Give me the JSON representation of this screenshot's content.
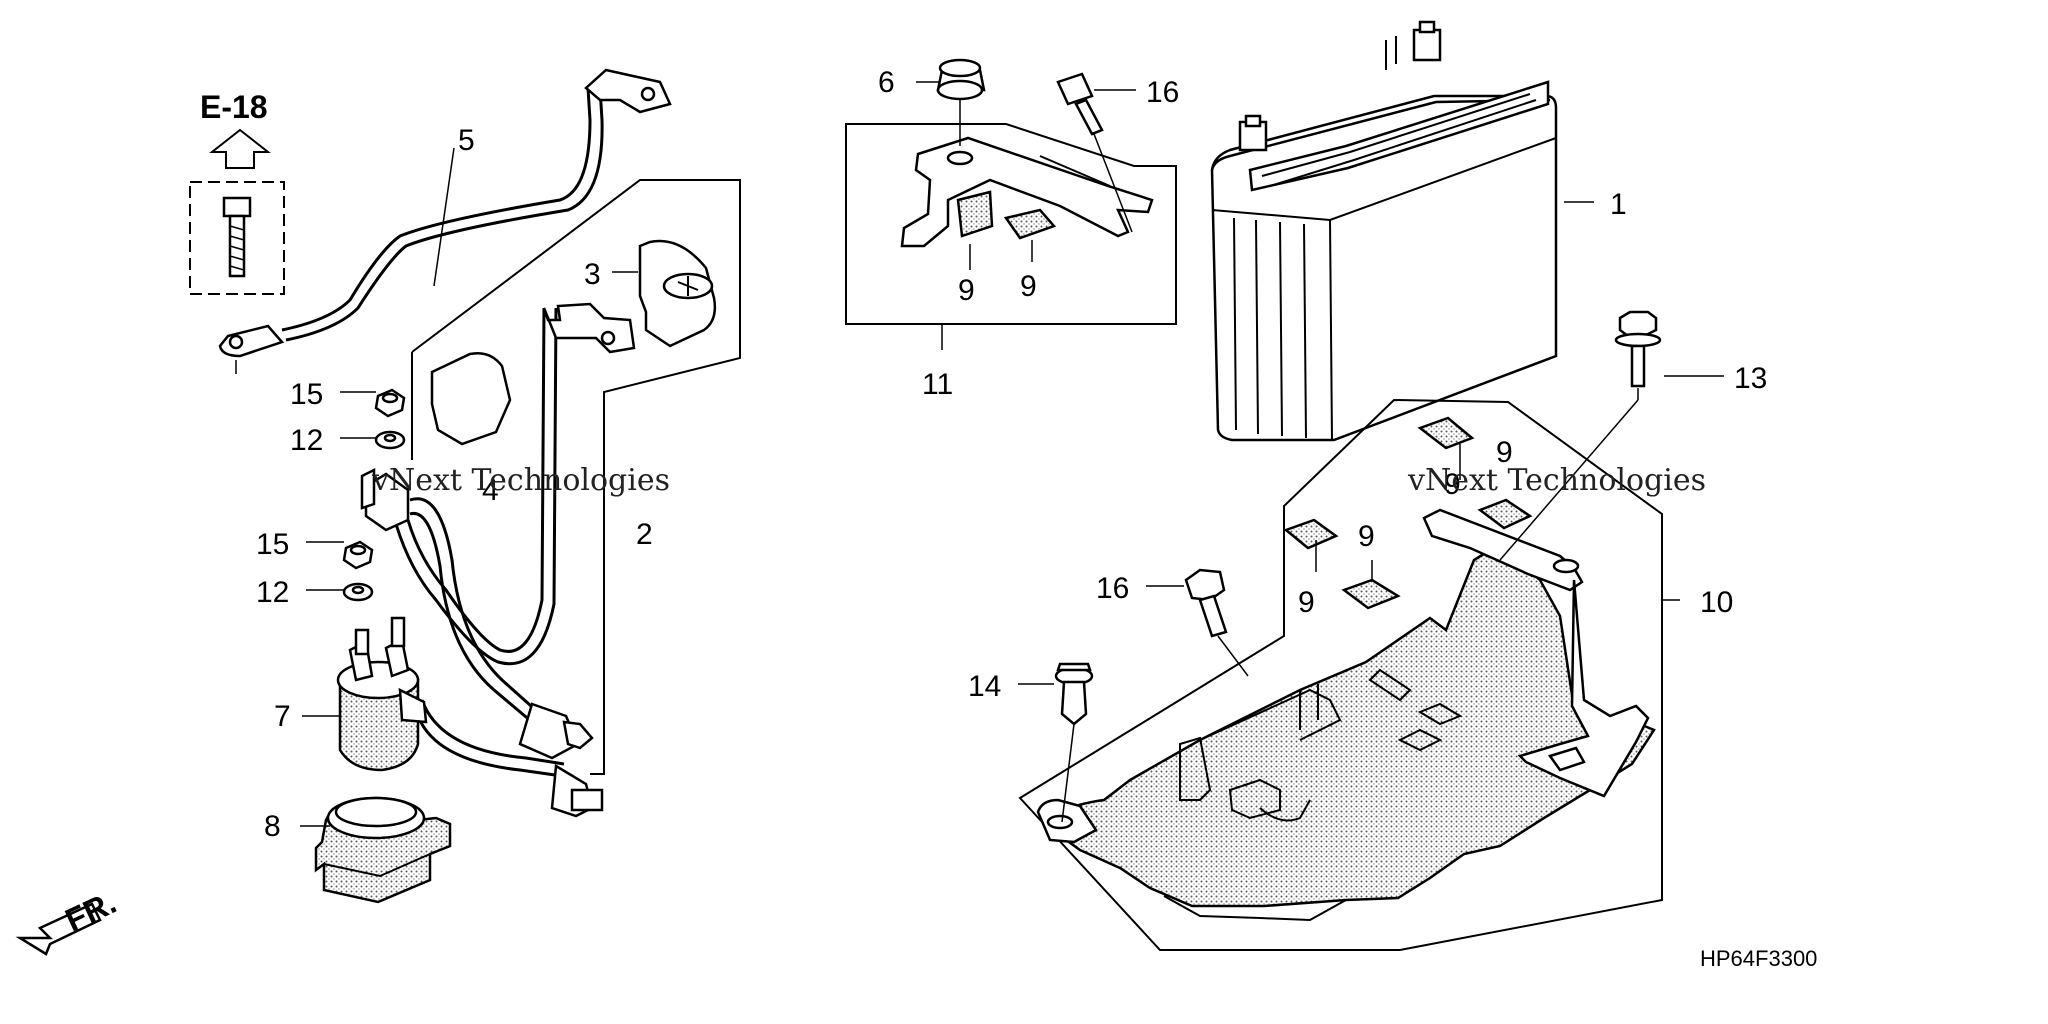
{
  "diagram": {
    "labels": [
      {
        "id": "1",
        "text": "1"
      },
      {
        "id": "2",
        "text": "2"
      },
      {
        "id": "3",
        "text": "3"
      },
      {
        "id": "4",
        "text": "4"
      },
      {
        "id": "5",
        "text": "5"
      },
      {
        "id": "6",
        "text": "6"
      },
      {
        "id": "7",
        "text": "7"
      },
      {
        "id": "8",
        "text": "8"
      },
      {
        "id": "9a",
        "text": "9"
      },
      {
        "id": "9b",
        "text": "9"
      },
      {
        "id": "9c",
        "text": "9"
      },
      {
        "id": "9d",
        "text": "9"
      },
      {
        "id": "9e",
        "text": "9"
      },
      {
        "id": "9f",
        "text": "9"
      },
      {
        "id": "10",
        "text": "10"
      },
      {
        "id": "11",
        "text": "11"
      },
      {
        "id": "12a",
        "text": "12"
      },
      {
        "id": "12b",
        "text": "12"
      },
      {
        "id": "13",
        "text": "13"
      },
      {
        "id": "14",
        "text": "14"
      },
      {
        "id": "15a",
        "text": "15"
      },
      {
        "id": "15b",
        "text": "15"
      },
      {
        "id": "16a",
        "text": "16"
      },
      {
        "id": "16b",
        "text": "16"
      }
    ],
    "reference": "E-18",
    "direction": "FR.",
    "diagram_code": "HP64F3300",
    "watermark": "vNext Technologies"
  }
}
